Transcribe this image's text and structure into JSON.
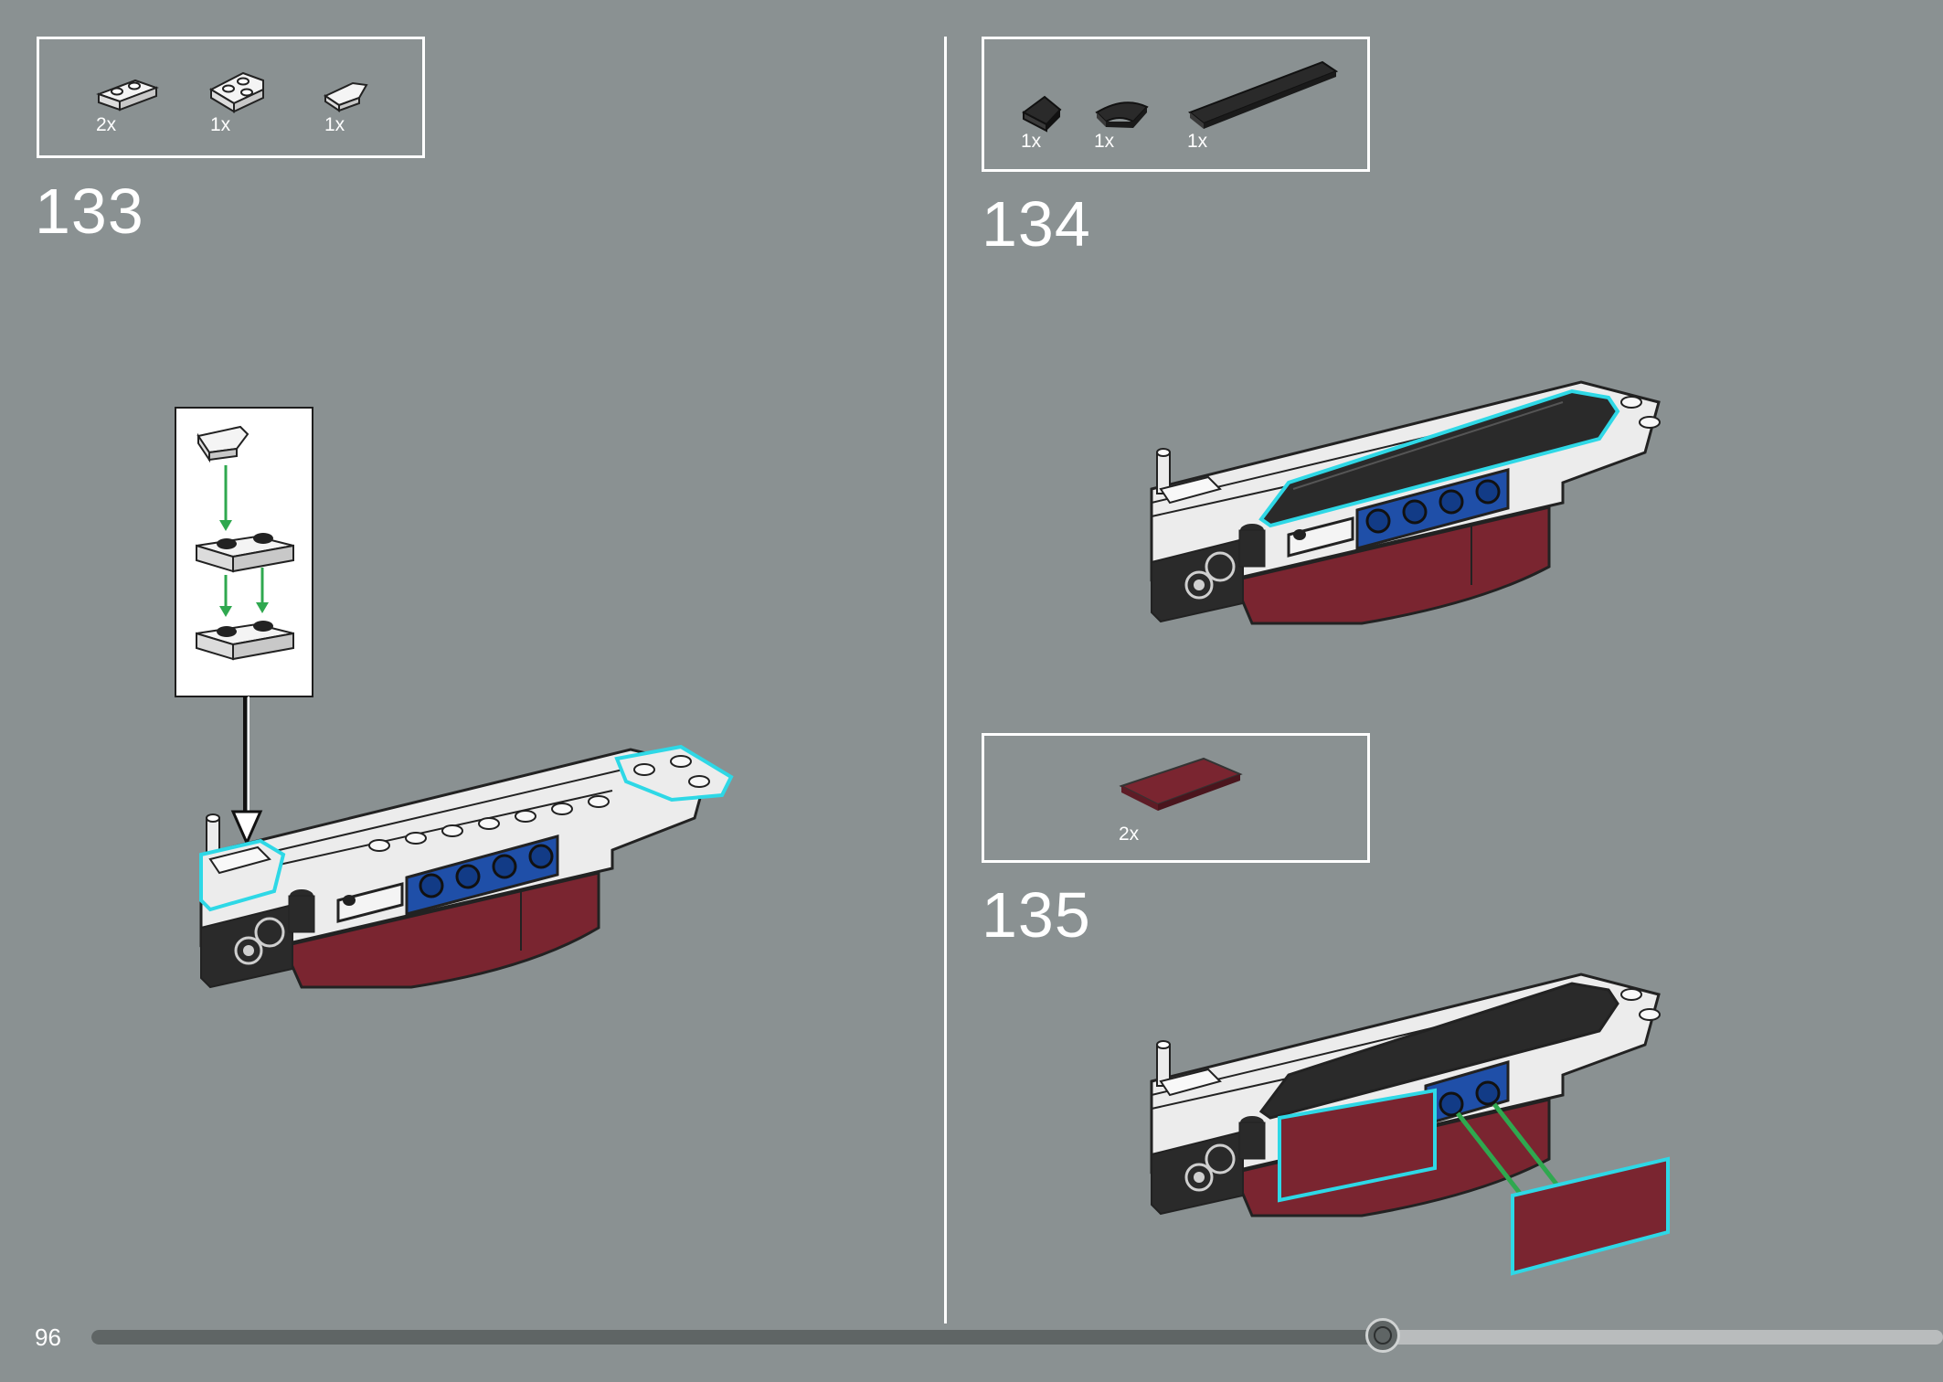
{
  "steps": [
    {
      "number": "133",
      "parts": [
        {
          "qty": "2x"
        },
        {
          "qty": "1x"
        },
        {
          "qty": "1x"
        }
      ]
    },
    {
      "number": "134",
      "parts": [
        {
          "qty": "1x"
        },
        {
          "qty": "1x"
        },
        {
          "qty": "1x"
        }
      ]
    },
    {
      "number": "135",
      "parts": [
        {
          "qty": "2x"
        }
      ]
    }
  ],
  "footer": {
    "page_number": "96"
  },
  "scrubber": {
    "progress": 0.7
  },
  "colors": {
    "background": "#8a9192",
    "highlight": "#2ed8e6",
    "arrow": "#2fa84f",
    "dark_red": "#7a2530",
    "blue": "#1f4fa8",
    "black": "#2a2a2a"
  }
}
